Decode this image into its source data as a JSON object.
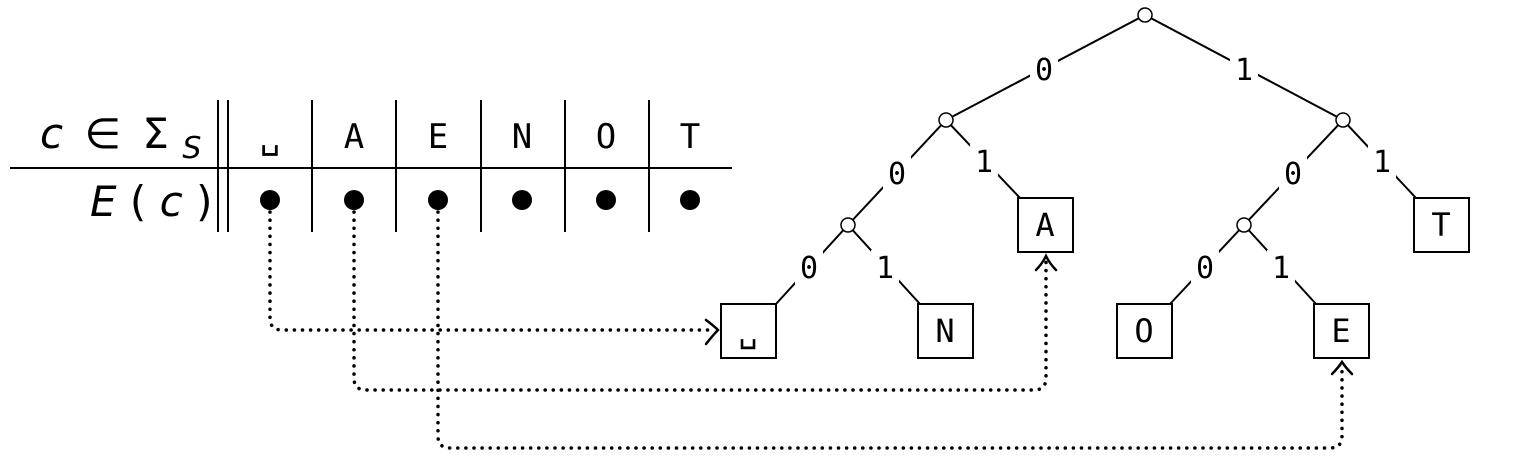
{
  "table": {
    "row1_label_parts": {
      "c": "c",
      "in": "∈",
      "sigma": "Σ",
      "sub": "S"
    },
    "row2_label": "E(c)",
    "row2_label_parts": {
      "E": "E",
      "open": "(",
      "c": "c",
      "close": ")"
    },
    "columns": [
      "␣",
      "A",
      "E",
      "N",
      "O",
      "T"
    ],
    "bullet": "●"
  },
  "tree": {
    "edge_labels": {
      "left": "0",
      "right": "1"
    },
    "leaves": {
      "space": "␣",
      "N": "N",
      "A": "A",
      "O": "O",
      "E": "E",
      "T": "T"
    }
  }
}
